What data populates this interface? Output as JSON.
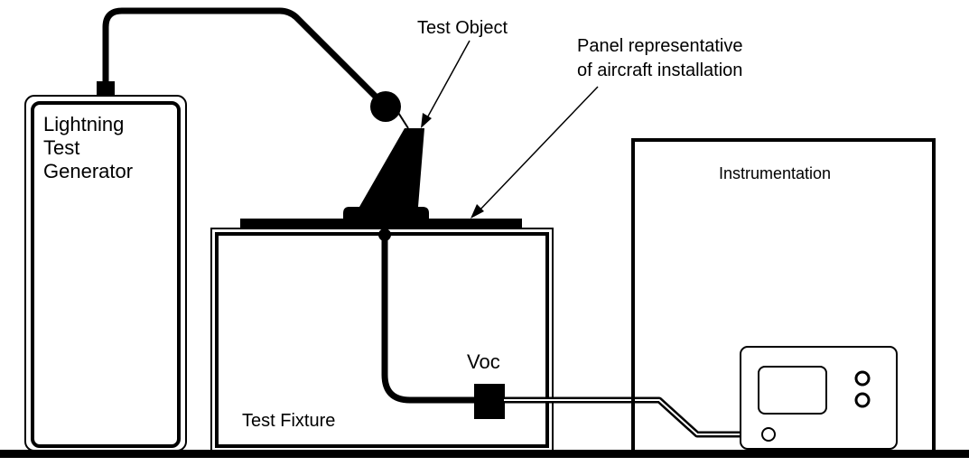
{
  "labels": {
    "generator_line1": "Lightning",
    "generator_line2": "Test",
    "generator_line3": "Generator",
    "test_object": "Test Object",
    "panel_line1": "Panel representative",
    "panel_line2": "of aircraft installation",
    "instrumentation": "Instrumentation",
    "voc": "Voc",
    "test_fixture": "Test Fixture"
  },
  "colors": {
    "line": "#000000",
    "background": "#ffffff"
  }
}
